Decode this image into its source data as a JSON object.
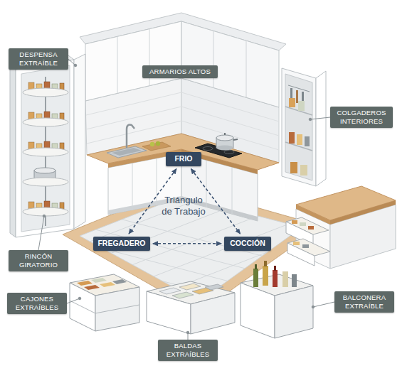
{
  "diagram": {
    "nodes": [
      {
        "text": [
          "DESPENSA EXTRAÍBLE"
        ]
      },
      {
        "text": [
          "ARMARIOS ALTOS"
        ]
      },
      {
        "text": [
          "COLGADEROS INTERIORES"
        ]
      },
      {
        "text": [
          "FRIO"
        ]
      },
      {
        "text": [
          "FREGADERO"
        ]
      },
      {
        "text": [
          "COCCIÓN"
        ]
      },
      {
        "text": [
          "RINCÓN GIRATORIO"
        ]
      },
      {
        "text": [
          "CAJONES EXTRAÍBLES"
        ]
      },
      {
        "text": [
          "BALCONERA EXTRAÍBLE"
        ]
      },
      {
        "text": [
          "BALDAS EXTRAÍBLES"
        ]
      }
    ],
    "edges": [
      {
        "from": 3,
        "to": 4,
        "arrow": "both"
      },
      {
        "from": 3,
        "to": 5,
        "arrow": "both"
      },
      {
        "from": 4,
        "to": 5,
        "arrow": "both"
      }
    ],
    "labels": [
      "Triángulo de Trabajo"
    ]
  }
}
